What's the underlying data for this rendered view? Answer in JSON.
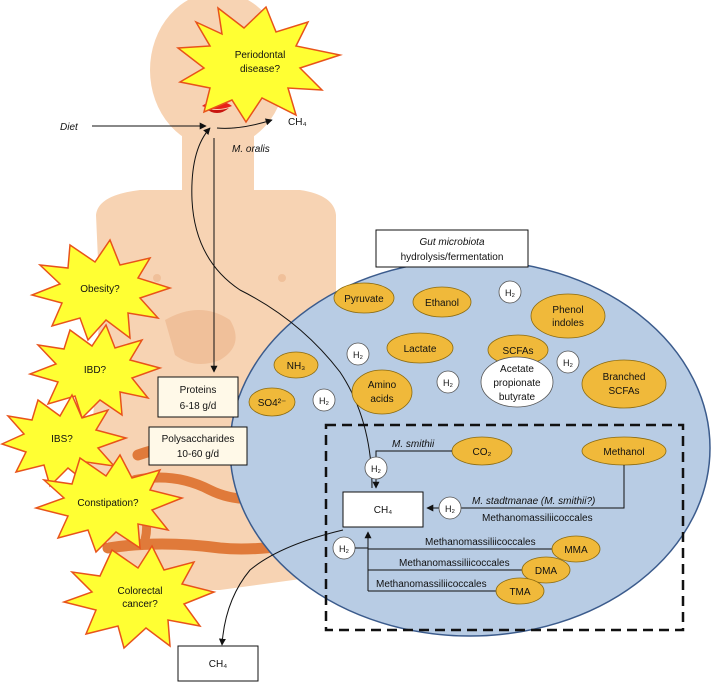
{
  "diseases": {
    "periodontal_line1": "Periodontal",
    "periodontal_line2": "disease?",
    "obesity": "Obesity?",
    "ibd": "IBD?",
    "ibs": "IBS?",
    "constipation": "Constipation?",
    "colorectal_line1": "Colorectal",
    "colorectal_line2": "cancer?"
  },
  "mouth": {
    "diet": "Diet",
    "ch4": "CH₄",
    "m_oralis": "M. oralis"
  },
  "diet_boxes": {
    "proteins_line1": "Proteins",
    "proteins_line2": "6-18 g/d",
    "polysaccharides_line1": "Polysaccharides",
    "polysaccharides_line2": "10-60 g/d"
  },
  "gut_title": {
    "line1": "Gut microbiota",
    "line2": "hydrolysis/fermentation"
  },
  "metabolites": {
    "pyruvate": "Pyruvate",
    "ethanol": "Ethanol",
    "phenol_line1": "Phenol",
    "phenol_line2": "indoles",
    "nh3": "NH₃",
    "lactate": "Lactate",
    "scfas": "SCFAs",
    "acetate_line1": "Acetate",
    "acetate_line2": "propionate",
    "acetate_line3": "butyrate",
    "branched_line1": "Branched",
    "branched_line2": "SCFAs",
    "so4": "SO4²⁻",
    "amino_line1": "Amino",
    "amino_line2": "acids",
    "h2": "H₂"
  },
  "methanogenesis": {
    "m_smithii": "M. smithii",
    "co2": "CO₂",
    "methanol": "Methanol",
    "ch4_center": "CH₄",
    "m_stadtmanae": "M. stadtmanae (M. smithii?)",
    "methanomassiliicoccales": "Methanomassiliicoccales",
    "mma": "MMA",
    "dma": "DMA",
    "tma": "TMA",
    "ch4_out": "CH₄"
  },
  "colors": {
    "skin": "#f7d3b3",
    "skin_dark": "#f0c09a",
    "colon": "#e07a3a",
    "gut_fill": "#b8cce4",
    "gut_stroke": "#3b5b8c",
    "ellipse_fill": "#f0b93a",
    "star_fill": "#ffff33",
    "star_stroke": "#e8531a",
    "lips": "#e8201a"
  }
}
